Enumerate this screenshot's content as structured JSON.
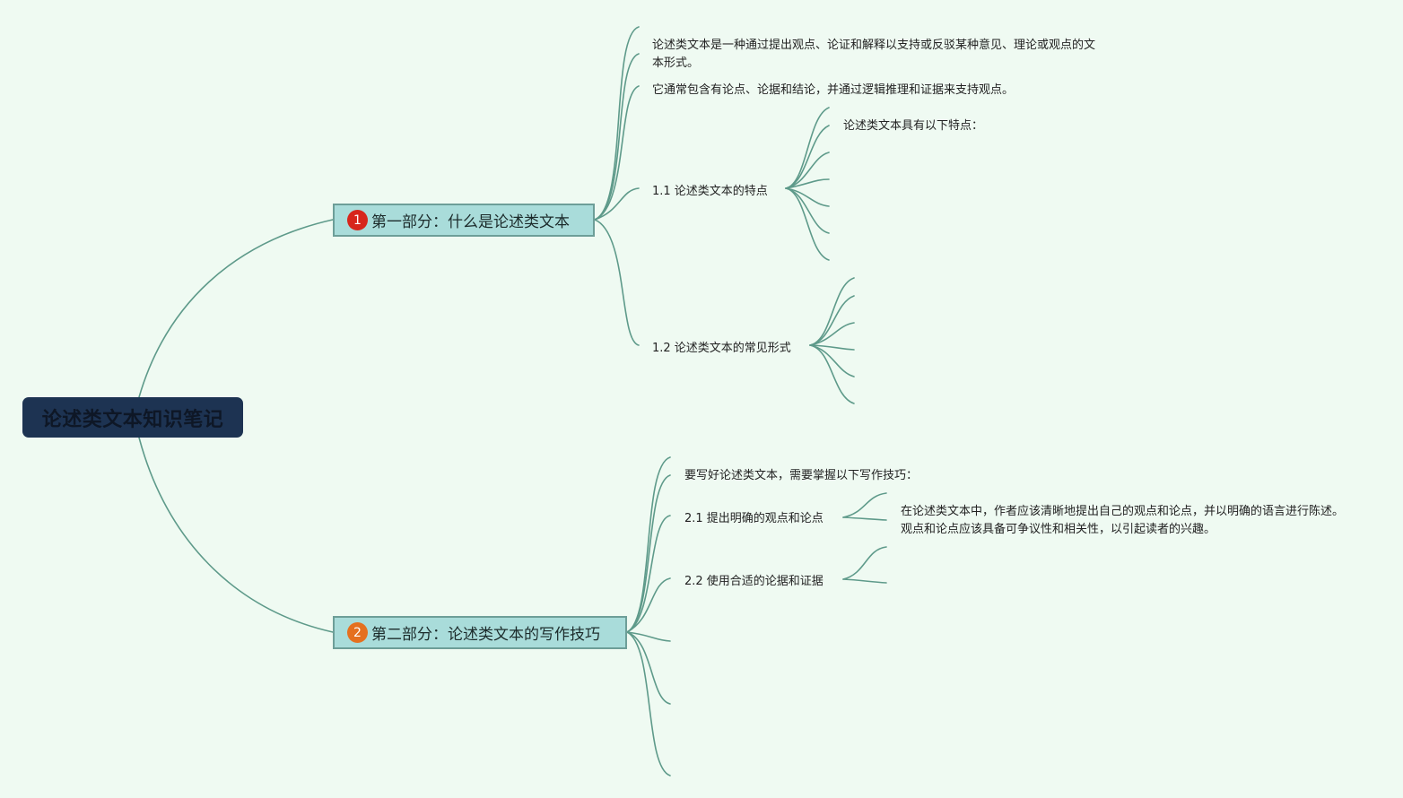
{
  "colors": {
    "background": "#effaf2",
    "root": "#1d3352",
    "topic": "#a9dcda",
    "line": "#5e9a8a",
    "badge1": "#d7261c",
    "badge2": "#e5701f"
  },
  "root": {
    "title": "论述类文本知识笔记"
  },
  "topics": [
    {
      "badge": "1",
      "title": "第一部分：什么是论述类文本",
      "notes": [
        "论述类文本是一种通过提出观点、论证和解释以支持或反驳某种意见、理论或观点的文本形式。",
        "它通常包含有论点、论据和结论，并通过逻辑推理和证据来支持观点。"
      ],
      "subtopics": [
        {
          "title": "1.1 论述类文本的特点",
          "detail": "论述类文本具有以下特点："
        },
        {
          "title": "1.2 论述类文本的常见形式"
        }
      ]
    },
    {
      "badge": "2",
      "title": "第二部分：论述类文本的写作技巧",
      "notes": [
        "要写好论述类文本，需要掌握以下写作技巧："
      ],
      "subtopics": [
        {
          "title": "2.1 提出明确的观点和论点",
          "detail": "在论述类文本中，作者应该清晰地提出自己的观点和论点，并以明确的语言进行陈述。观点和论点应该具备可争议性和相关性，以引起读者的兴趣。"
        },
        {
          "title": "2.2 使用合适的论据和证据"
        }
      ]
    }
  ]
}
